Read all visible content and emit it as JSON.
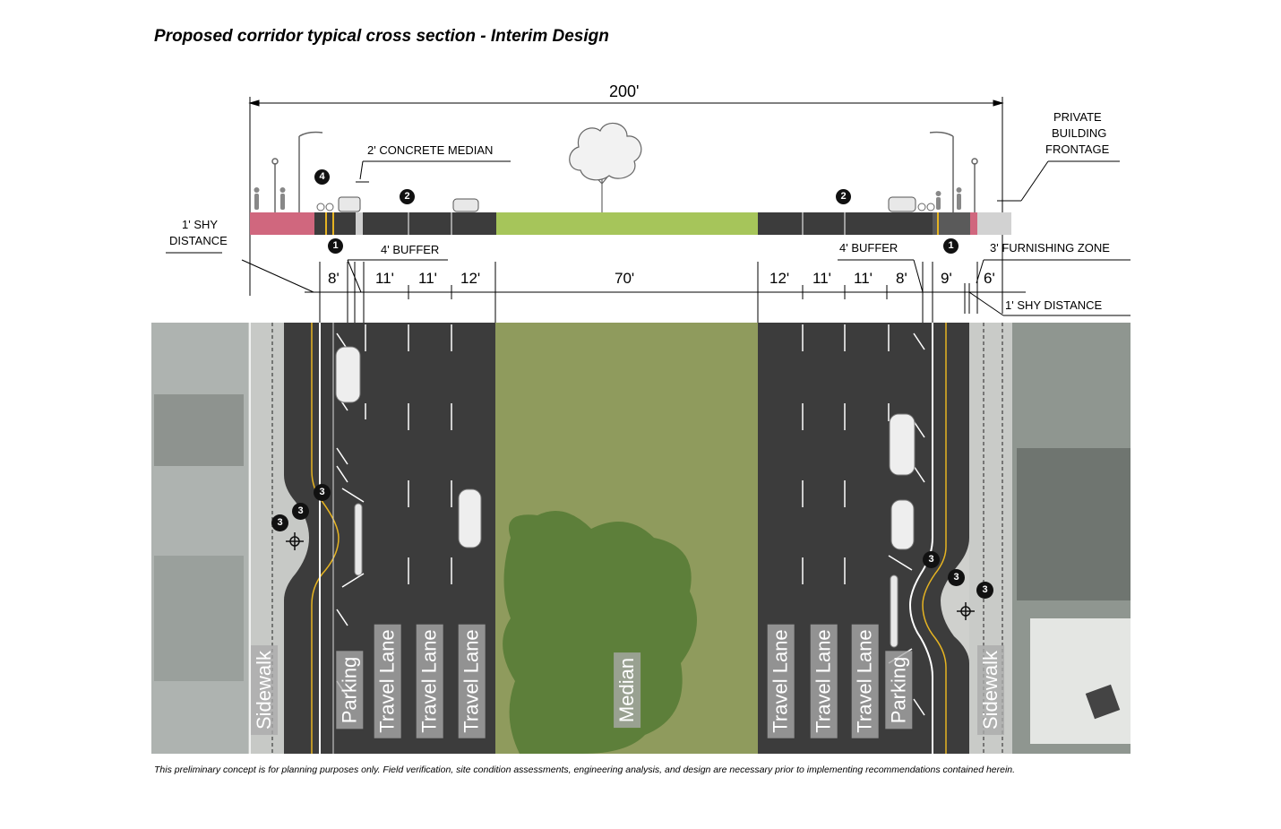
{
  "title": "Proposed corridor typical cross section - Interim Design",
  "total_width": "200'",
  "labels": {
    "concrete_median": "2' CONCRETE MEDIAN",
    "private_frontage": [
      "PRIVATE",
      "BUILDING",
      "FRONTAGE"
    ],
    "shy_left": [
      "1' SHY",
      "DISTANCE"
    ],
    "buffer_left": "4' BUFFER",
    "buffer_right": "4' BUFFER",
    "furnishing": "3' FURNISHING ZONE",
    "shy_right": "1' SHY DISTANCE"
  },
  "dimensions": [
    "8'",
    "11'",
    "11'",
    "12'",
    "70'",
    "12'",
    "11'",
    "11'",
    "8'",
    "9'",
    "6'"
  ],
  "badges": {
    "one": "1",
    "two": "2",
    "three": "3",
    "four": "4"
  },
  "plan_labels": [
    "Sidewalk",
    "Parking",
    "Travel Lane",
    "Travel Lane",
    "Travel Lane",
    "Median",
    "Travel Lane",
    "Travel Lane",
    "Travel Lane",
    "Parking",
    "Sidewalk"
  ],
  "disclaimer": "This preliminary concept is for planning purposes only. Field verification, site condition assessments, engineering analysis, and design are necessary prior to implementing recommendations contained herein.",
  "colors": {
    "asphalt": "#3c3c3c",
    "median_green": "#a6c55a",
    "sidewalk_pink": "#d0677e",
    "sidewalk_gray": "#d2d2d2",
    "aerial_grass": "#8c9a5a",
    "bike_lane_line": "#e6b422"
  }
}
